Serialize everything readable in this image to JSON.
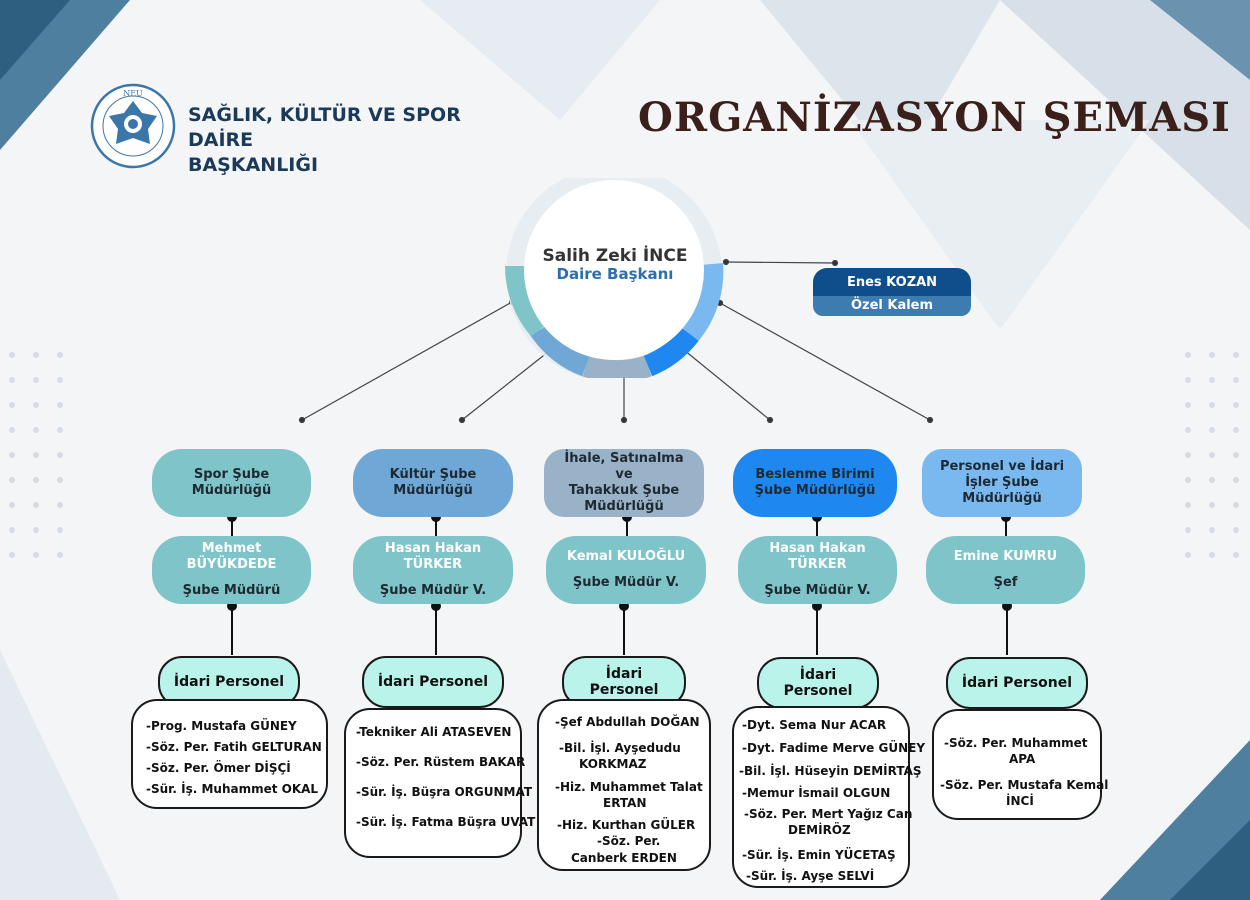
{
  "header": {
    "logo_ring_text": "NEU",
    "department_line1": "SAĞLIK, KÜLTÜR VE SPOR DAİRE",
    "department_line2": "BAŞKANLIĞI",
    "title": "ORGANİZASYON ŞEMASI"
  },
  "head": {
    "name": "Salih Zeki İNCE",
    "role": "Daire Başkanı"
  },
  "private_office": {
    "name": "Enes KOZAN",
    "role": "Özel Kalem"
  },
  "units": [
    {
      "unit_lines": [
        "Spor Şube",
        "Müdürlüğü"
      ],
      "color": "#7fc4c8",
      "manager_name": "Mehmet BÜYÜKDEDE",
      "manager_role": "Şube Müdürü",
      "staff_label": "İdari Personel",
      "staff": [
        "-Prog. Mustafa GÜNEY",
        "-Söz. Per. Fatih GELTURAN",
        "-Söz. Per. Ömer DİŞÇİ",
        "-Sür. İş. Muhammet OKAL"
      ]
    },
    {
      "unit_lines": [
        "Kültür Şube",
        "Müdürlüğü"
      ],
      "color": "#6fa8d6",
      "manager_name": "Hasan Hakan TÜRKER",
      "manager_role": "Şube Müdür V.",
      "staff_label": "İdari Personel",
      "staff": [
        "-Tekniker Ali ATASEVEN",
        "-Söz. Per. Rüstem BAKAR",
        "-Sür. İş. Büşra ORGUNMAT",
        "-Sür. İş. Fatma Büşra UVAT"
      ]
    },
    {
      "unit_lines": [
        "İhale, Satınalma ve",
        "Tahakkuk Şube",
        "Müdürlüğü"
      ],
      "color": "#9ab2c8",
      "manager_name": "Kemal KULOĞLU",
      "manager_role": "Şube Müdür V.",
      "staff_label": "İdari Personel",
      "staff": [
        "-Şef Abdullah DOĞAN",
        "-Bil. İşl. Ayşedudu",
        "KORKMAZ",
        "-Hiz. Muhammet Talat",
        "ERTAN",
        "-Hiz. Kurthan GÜLER",
        "-Söz. Per.",
        "Canberk ERDEN"
      ]
    },
    {
      "unit_lines": [
        "Beslenme Birimi",
        "Şube Müdürlüğü"
      ],
      "color": "#1e88f0",
      "manager_name": "Hasan Hakan TÜRKER",
      "manager_role": "Şube Müdür V.",
      "staff_label": "İdari Personel",
      "staff": [
        "-Dyt. Sema Nur ACAR",
        "-Dyt. Fadime Merve GÜNEY",
        "-Bil. İşl. Hüseyin DEMİRTAŞ",
        "-Memur İsmail OLGUN",
        "-Söz. Per. Mert Yağız Can",
        "DEMİRÖZ",
        "-Sür. İş. Emin YÜCETAŞ",
        "-Sür. İş. Ayşe SELVİ"
      ]
    },
    {
      "unit_lines": [
        "Personel ve İdari",
        "İşler Şube",
        "Müdürlüğü"
      ],
      "color": "#7ab8f0",
      "manager_name": "Emine KUMRU",
      "manager_role": "Şef",
      "staff_label": "İdari Personel",
      "staff": [
        "-Söz. Per. Muhammet",
        "APA",
        "-Söz. Per. Mustafa Kemal",
        "İNCİ"
      ]
    }
  ]
}
